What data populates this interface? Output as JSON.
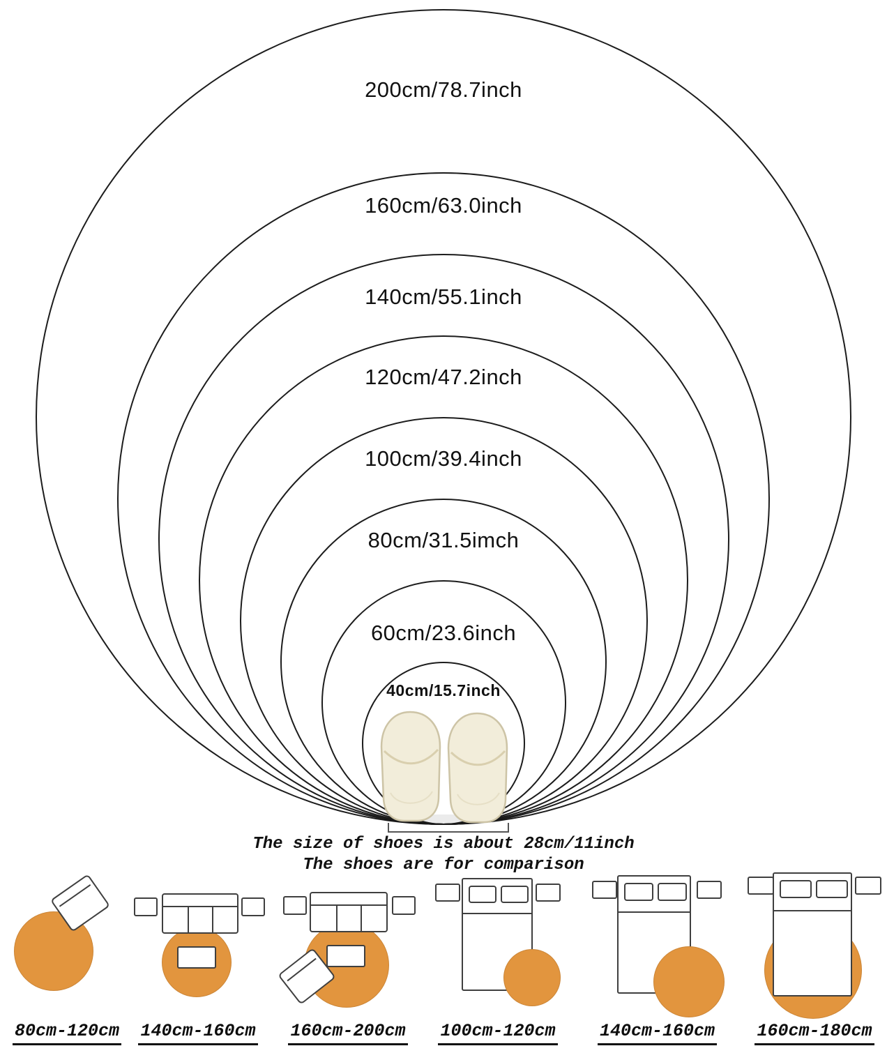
{
  "rings": [
    {
      "cm": 200,
      "label": "200cm/78.7inch"
    },
    {
      "cm": 160,
      "label": "160cm/63.0inch"
    },
    {
      "cm": 140,
      "label": "140cm/55.1inch"
    },
    {
      "cm": 120,
      "label": "120cm/47.2inch"
    },
    {
      "cm": 100,
      "label": "100cm/39.4inch"
    },
    {
      "cm": 80,
      "label": "80cm/31.5imch"
    },
    {
      "cm": 60,
      "label": "60cm/23.6inch"
    },
    {
      "cm": 40,
      "label": "40cm/15.7inch"
    }
  ],
  "shoes": {
    "icon": "slippers-top-view",
    "caption_line1": "The size of shoes is about 28cm/11inch",
    "caption_line2": "The shoes are for comparison"
  },
  "room_examples": [
    {
      "label": "80cm-120cm",
      "scene": "armchair-with-round-rug"
    },
    {
      "label": "140cm-160cm",
      "scene": "sofa-with-round-rug"
    },
    {
      "label": "160cm-200cm",
      "scene": "sofa-and-armchair-with-round-rug"
    },
    {
      "label": "100cm-120cm",
      "scene": "bed-with-small-round-rug"
    },
    {
      "label": "140cm-160cm",
      "scene": "bed-with-medium-round-rug"
    },
    {
      "label": "160cm-180cm",
      "scene": "bed-with-large-round-rug"
    }
  ],
  "colors": {
    "rug": "#e2953e",
    "line": "#1c1c1c"
  }
}
